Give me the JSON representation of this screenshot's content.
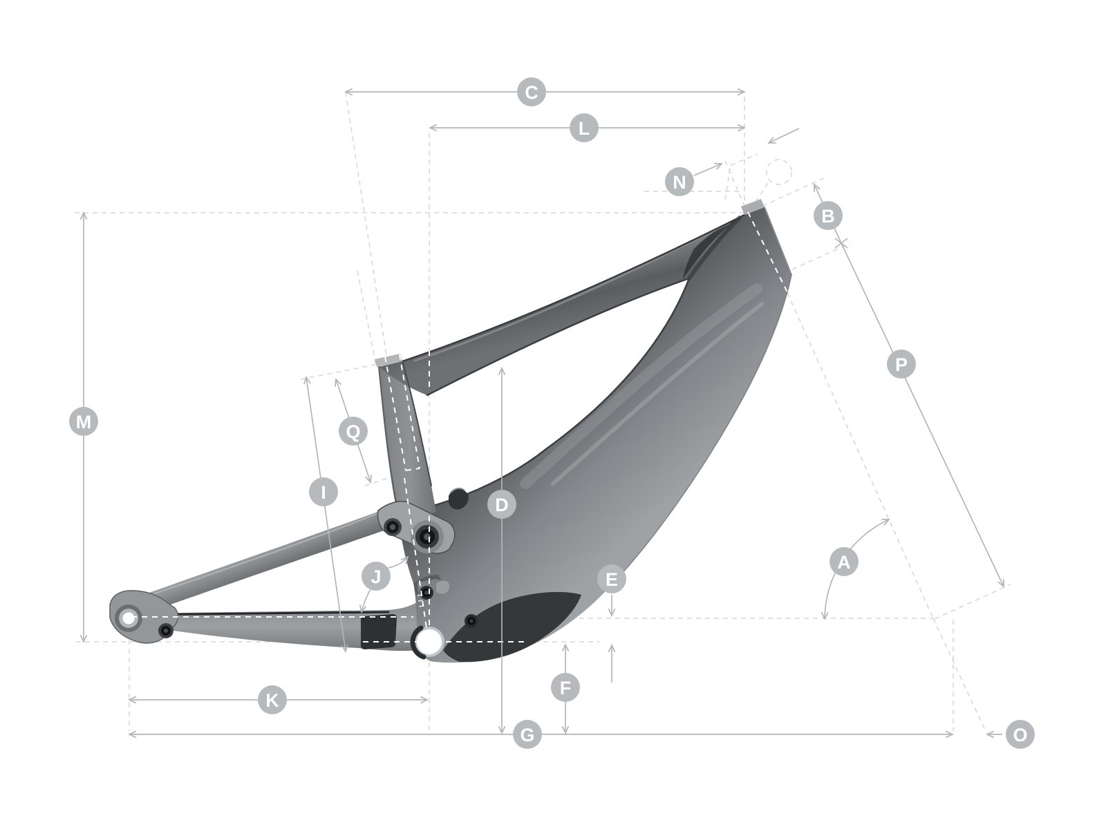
{
  "diagram": {
    "type": "bicycle-frame-geometry-diagram",
    "subject": "full-suspension mountain bike frame, side view, with lettered geometry dimension callouts",
    "labels": {
      "A": "A",
      "B": "B",
      "C": "C",
      "D": "D",
      "E": "E",
      "F": "F",
      "G": "G",
      "I": "I",
      "J": "J",
      "K": "K",
      "L": "L",
      "M": "M",
      "N": "N",
      "O": "O",
      "P": "P",
      "Q": "Q"
    },
    "colors": {
      "background": "#ffffff",
      "dimension_line": "#b3b6b8",
      "construction_line": "#d4d6d8",
      "overlay_dash": "#ffffff",
      "label_circle": "#b7babc",
      "label_text": "#ffffff",
      "frame_light": "#a0a3a6",
      "frame_mid": "#85888b",
      "frame_dark": "#3c3f42",
      "accent_black": "#2e3134"
    }
  }
}
